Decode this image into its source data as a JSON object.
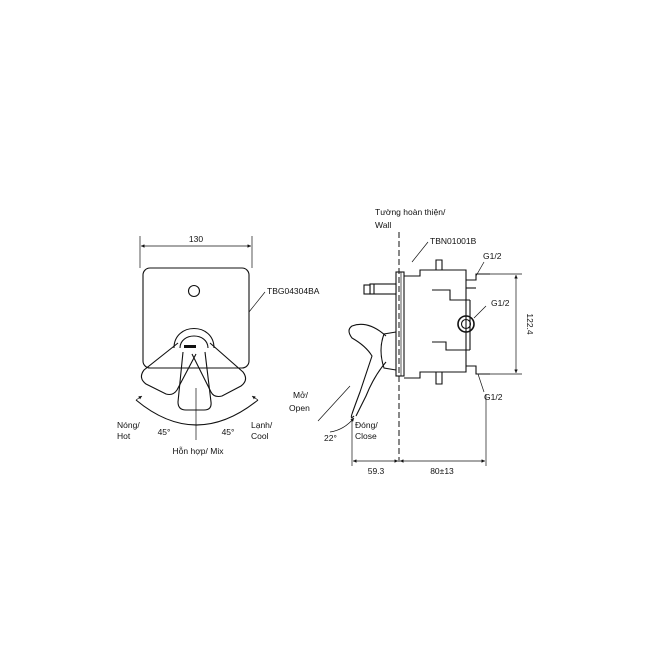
{
  "front_view": {
    "width_dim": "130",
    "part_code": "TBG04304BA",
    "hot_label_1": "Nóng/",
    "hot_label_2": "Hot",
    "cool_label_1": "Lạnh/",
    "cool_label_2": "Cool",
    "mix_label": "Hỗn hợp/ Mix",
    "angle_left": "45°",
    "angle_right": "45°"
  },
  "side_view": {
    "wall_label_1": "Tường hoàn thiện/",
    "wall_label_2": "Wall",
    "body_code": "TBN01001B",
    "port_top": "G1/2",
    "port_mid": "G1/2",
    "port_bottom": "G1/2",
    "height_dim": "122.4",
    "open_label_1": "Mở/",
    "open_label_2": "Open",
    "open_angle": "22°",
    "close_label_1": "Đóng/",
    "close_label_2": "Close",
    "dim_front": "59.3",
    "dim_depth": "80±13"
  },
  "colors": {
    "line": "#111111",
    "background": "#ffffff"
  }
}
